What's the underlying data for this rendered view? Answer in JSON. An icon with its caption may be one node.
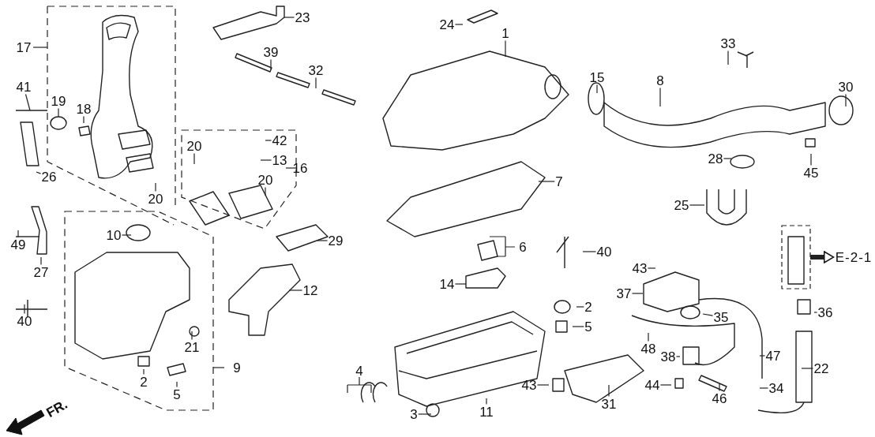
{
  "diagram": {
    "nodes": [
      {
        "text": [
          "23"
        ]
      },
      {
        "text": [
          "24"
        ]
      },
      {
        "text": [
          "1"
        ]
      },
      {
        "text": [
          "33"
        ]
      },
      {
        "text": [
          "39"
        ]
      },
      {
        "text": [
          "32"
        ]
      },
      {
        "text": [
          "15"
        ]
      },
      {
        "text": [
          "8"
        ]
      },
      {
        "text": [
          "30"
        ]
      },
      {
        "text": [
          "41"
        ]
      },
      {
        "text": [
          "19"
        ]
      },
      {
        "text": [
          "18"
        ]
      },
      {
        "text": [
          "42"
        ]
      },
      {
        "text": [
          "20"
        ]
      },
      {
        "text": [
          "13"
        ]
      },
      {
        "text": [
          "28"
        ]
      },
      {
        "text": [
          "45"
        ]
      },
      {
        "text": [
          "26"
        ]
      },
      {
        "text": [
          "7"
        ]
      },
      {
        "text": [
          "20"
        ]
      },
      {
        "text": [
          "20"
        ]
      },
      {
        "text": [
          "25"
        ]
      },
      {
        "text": [
          "10"
        ]
      },
      {
        "text": [
          "29"
        ]
      },
      {
        "text": [
          "49"
        ]
      },
      {
        "text": [
          "40"
        ]
      },
      {
        "text": [
          "27"
        ]
      },
      {
        "text": [
          "43"
        ]
      },
      {
        "text": [
          "14"
        ]
      },
      {
        "text": [
          "12"
        ]
      },
      {
        "text": [
          "37"
        ]
      },
      {
        "text": [
          "36"
        ]
      },
      {
        "text": [
          "2"
        ]
      },
      {
        "text": [
          "40"
        ]
      },
      {
        "text": [
          "5"
        ]
      },
      {
        "text": [
          "35"
        ]
      },
      {
        "text": [
          "21"
        ]
      },
      {
        "text": [
          "48"
        ]
      },
      {
        "text": [
          "47"
        ]
      },
      {
        "text": [
          "38"
        ]
      },
      {
        "text": [
          "22"
        ]
      },
      {
        "text": [
          "2"
        ]
      },
      {
        "text": [
          "5"
        ]
      },
      {
        "text": [
          "43"
        ]
      },
      {
        "text": [
          "44"
        ]
      },
      {
        "text": [
          "34"
        ]
      },
      {
        "text": [
          "46"
        ]
      },
      {
        "text": [
          "11"
        ]
      },
      {
        "text": [
          "31"
        ]
      },
      {
        "text": [
          "3"
        ]
      },
      {
        "text": [],
        "shape": "box"
      },
      {
        "text": [
          "E-2-1"
        ]
      }
    ],
    "edges": [
      {
        "from": 0,
        "to": null,
        "arrow": "none"
      },
      {
        "from": 1,
        "to": null,
        "arrow": "none"
      },
      {
        "from": 2,
        "to": null,
        "arrow": "none"
      },
      {
        "from": 3,
        "to": null,
        "arrow": "none"
      },
      {
        "from": 4,
        "to": null,
        "arrow": "none"
      },
      {
        "from": 5,
        "to": null,
        "arrow": "none"
      },
      {
        "from": 6,
        "to": null,
        "arrow": "none"
      },
      {
        "from": 7,
        "to": null,
        "arrow": "none"
      },
      {
        "from": 8,
        "to": null,
        "arrow": "none"
      },
      {
        "from": 9,
        "to": null,
        "arrow": "none"
      },
      {
        "from": 10,
        "to": null,
        "arrow": "none"
      },
      {
        "from": 11,
        "to": null,
        "arrow": "none"
      },
      {
        "from": 12,
        "to": null,
        "arrow": "none"
      },
      {
        "from": 13,
        "to": null,
        "arrow": "none"
      },
      {
        "from": 14,
        "to": null,
        "arrow": "none"
      },
      {
        "from": 15,
        "to": null,
        "arrow": "none"
      },
      {
        "from": 16,
        "to": null,
        "arrow": "none"
      },
      {
        "from": 17,
        "to": null,
        "arrow": "none"
      },
      {
        "from": 18,
        "to": null,
        "arrow": "none"
      },
      {
        "from": 19,
        "to": null,
        "arrow": "none"
      },
      {
        "from": 20,
        "to": null,
        "arrow": "none"
      },
      {
        "from": 21,
        "to": null,
        "arrow": "none"
      },
      {
        "from": 22,
        "to": null,
        "arrow": "none"
      },
      {
        "from": 23,
        "to": null,
        "arrow": "none"
      },
      {
        "from": 24,
        "to": null,
        "arrow": "none"
      },
      {
        "from": 25,
        "to": null,
        "arrow": "none"
      },
      {
        "from": 26,
        "to": null,
        "arrow": "none"
      },
      {
        "from": 27,
        "to": null,
        "arrow": "none"
      },
      {
        "from": 28,
        "to": null,
        "arrow": "none"
      },
      {
        "from": 29,
        "to": null,
        "arrow": "none"
      },
      {
        "from": 30,
        "to": null,
        "arrow": "none"
      },
      {
        "from": 31,
        "to": null,
        "arrow": "none"
      },
      {
        "from": 32,
        "to": null,
        "arrow": "none"
      },
      {
        "from": 33,
        "to": null,
        "arrow": "none"
      },
      {
        "from": 34,
        "to": null,
        "arrow": "none"
      },
      {
        "from": 35,
        "to": null,
        "arrow": "none"
      },
      {
        "from": 36,
        "to": null,
        "arrow": "none"
      },
      {
        "from": 37,
        "to": null,
        "arrow": "none"
      },
      {
        "from": 38,
        "to": null,
        "arrow": "none"
      },
      {
        "from": 39,
        "to": null,
        "arrow": "none"
      },
      {
        "from": 40,
        "to": null,
        "arrow": "none"
      },
      {
        "from": 41,
        "to": null,
        "arrow": "none"
      },
      {
        "from": 42,
        "to": null,
        "arrow": "none"
      },
      {
        "from": 43,
        "to": null,
        "arrow": "none"
      },
      {
        "from": 44,
        "to": null,
        "arrow": "none"
      },
      {
        "from": 45,
        "to": null,
        "arrow": "none"
      },
      {
        "from": 46,
        "to": null,
        "arrow": "none"
      },
      {
        "from": 47,
        "to": null,
        "arrow": "none"
      },
      {
        "from": 48,
        "to": null,
        "arrow": "none"
      },
      {
        "from": 49,
        "to": null,
        "arrow": "none"
      },
      {
        "from": 50,
        "to": 51,
        "arrow": "to",
        "style": "thick"
      }
    ],
    "labels": [
      "17",
      "16",
      "6",
      "9",
      "4",
      "FR."
    ]
  }
}
